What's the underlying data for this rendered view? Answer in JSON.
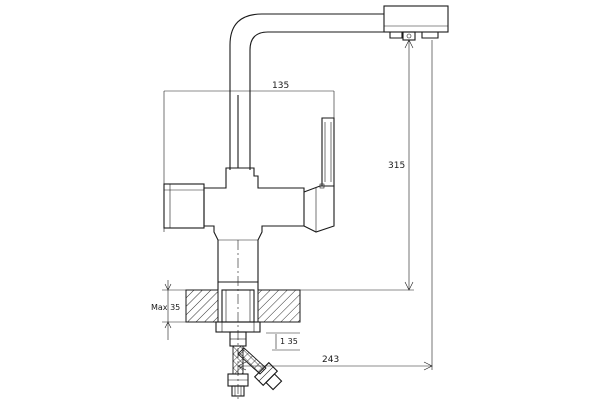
{
  "dimensions": {
    "width_label": "135",
    "height_label": "315",
    "reach_label": "243",
    "max_thickness_label": "Max 35",
    "hose_label": "1 35"
  },
  "colors": {
    "line": "#1a1a1a",
    "hatch": "#333333",
    "background": "#ffffff"
  }
}
